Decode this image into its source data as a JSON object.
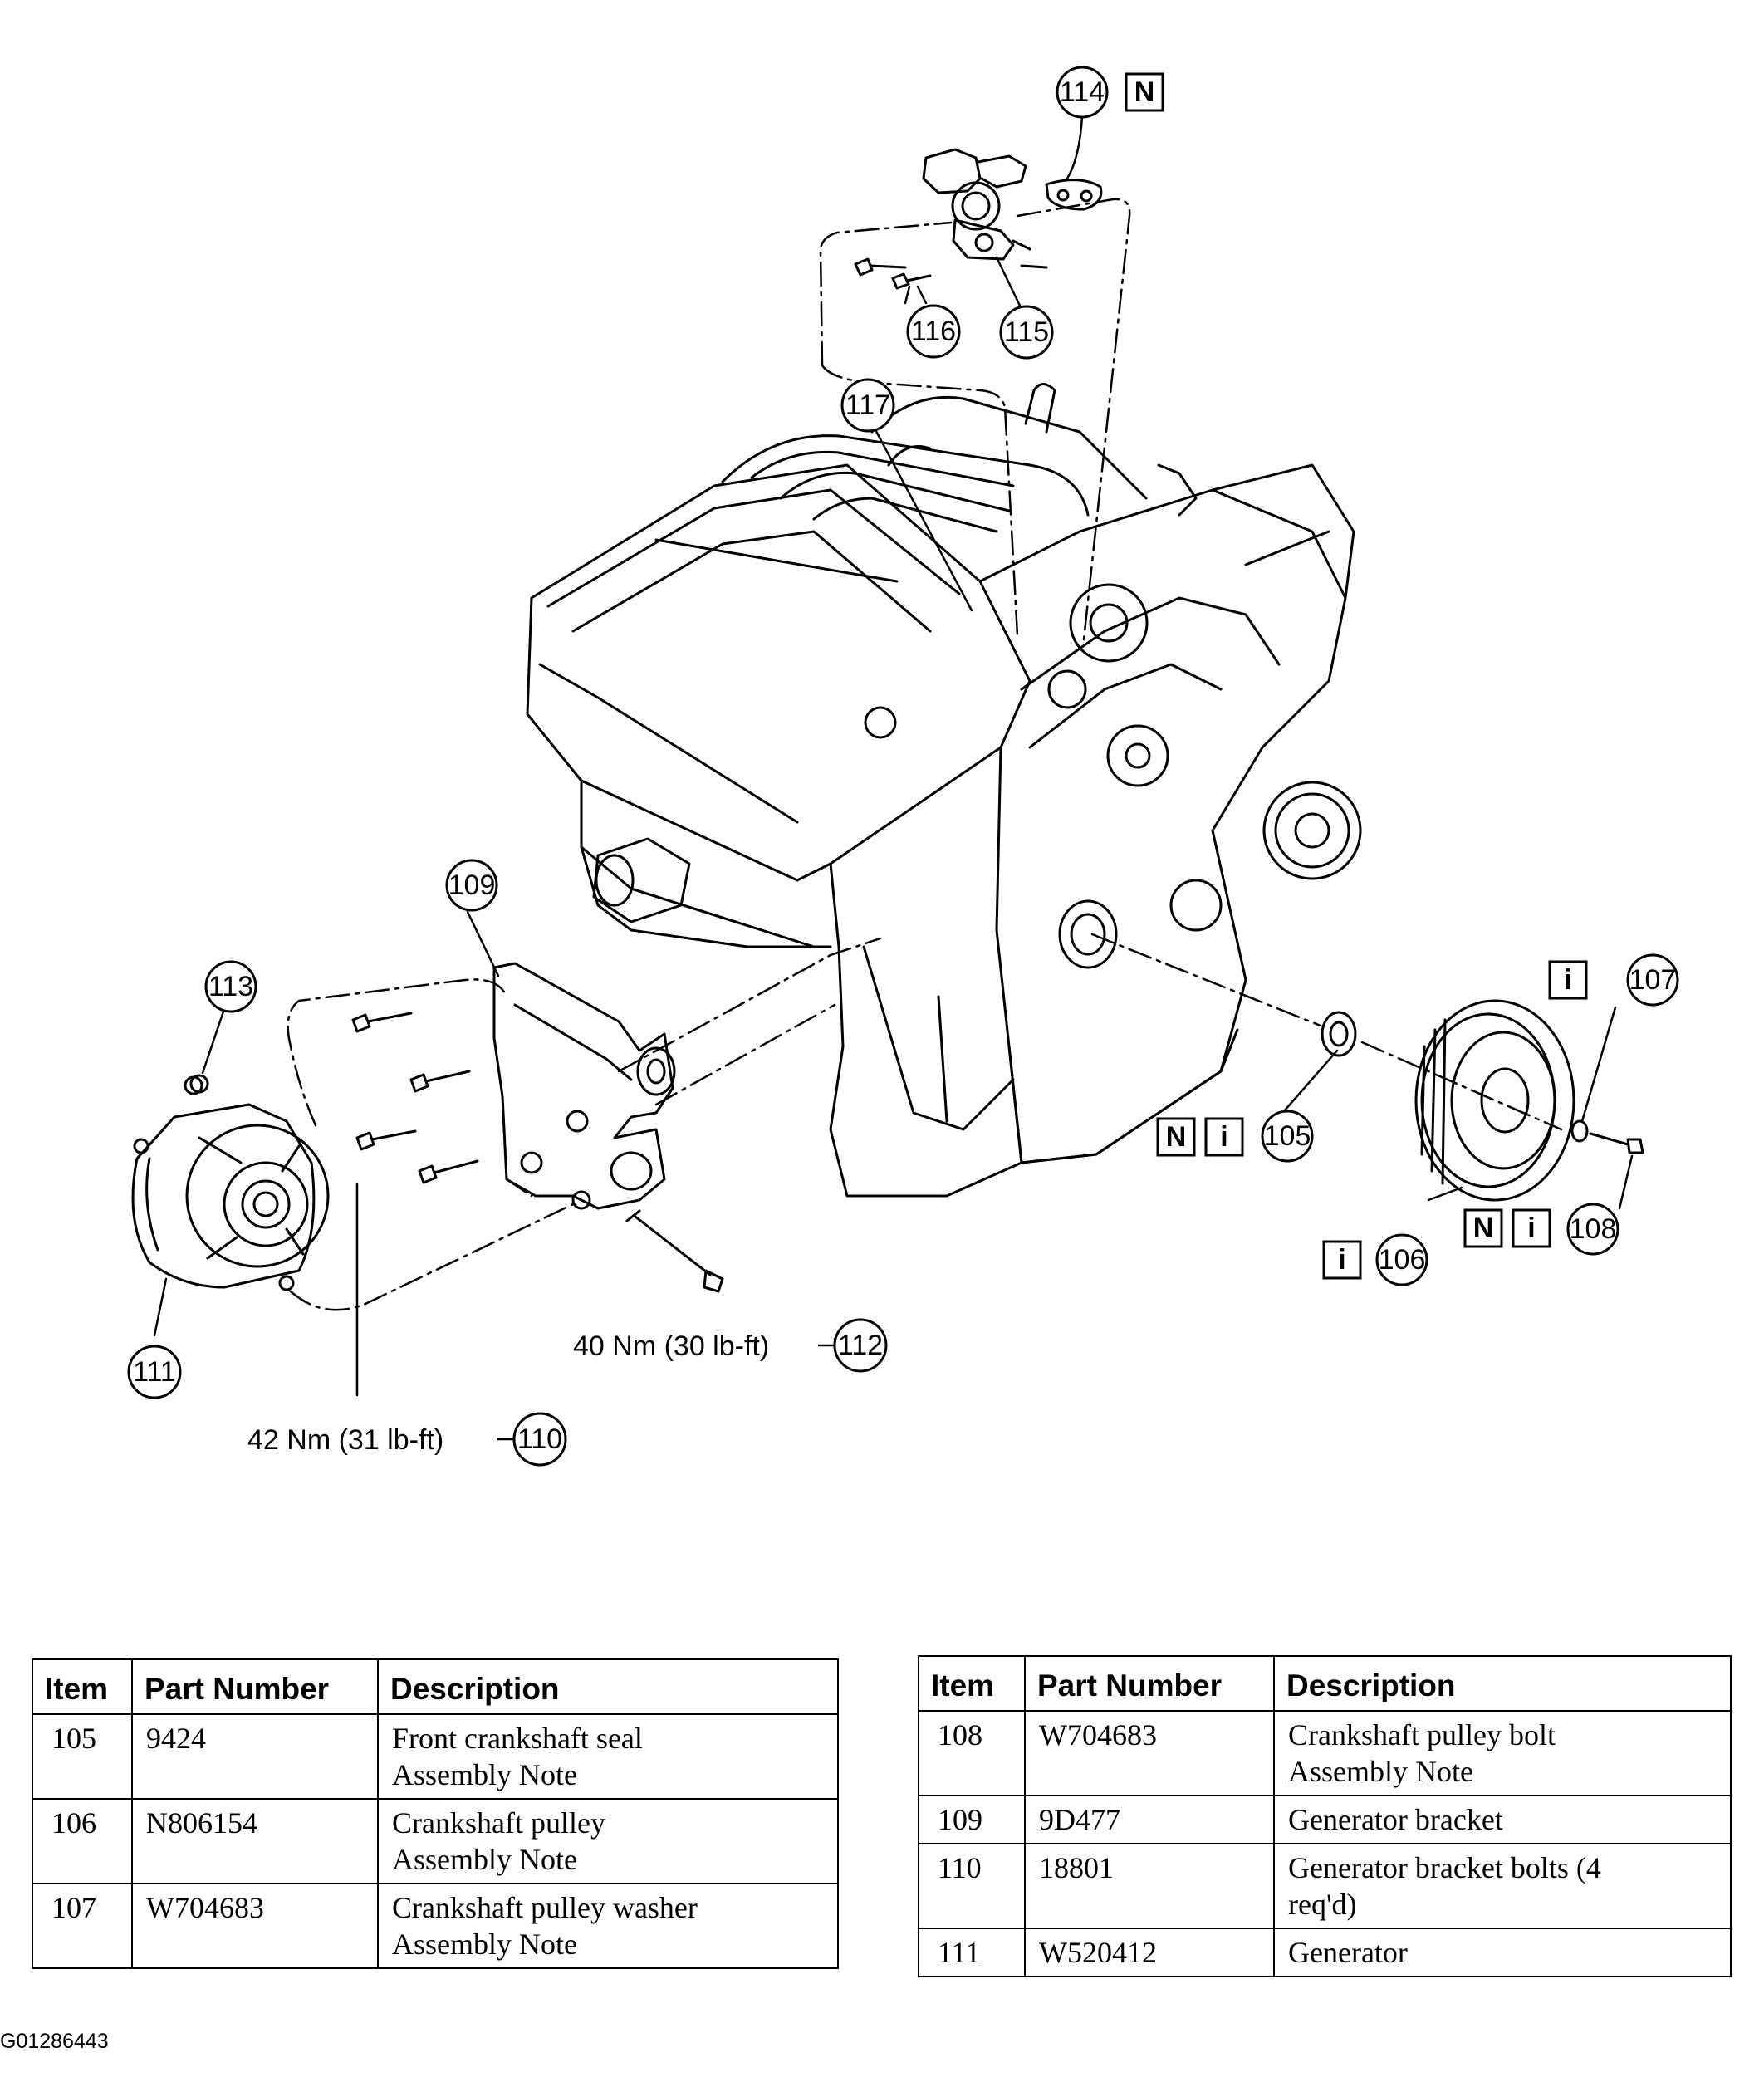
{
  "callouts": {
    "c105": "105",
    "c106": "106",
    "c107": "107",
    "c108": "108",
    "c109": "109",
    "c110": "110",
    "c111": "111",
    "c112": "112",
    "c113": "113",
    "c114": "114",
    "c115": "115",
    "c116": "116",
    "c117": "117"
  },
  "flags": {
    "new": "N",
    "info": "i"
  },
  "torque": {
    "t112": "40 Nm (30 lb-ft)",
    "t110": "42 Nm (31 lb-ft)"
  },
  "table_headers": {
    "item": "Item",
    "part_number": "Part Number",
    "description": "Description"
  },
  "left_table": [
    {
      "item": "105",
      "part": "9424",
      "desc1": "Front crankshaft seal",
      "desc2": "Assembly Note"
    },
    {
      "item": "106",
      "part": "N806154",
      "desc1": "Crankshaft pulley",
      "desc2": "Assembly Note"
    },
    {
      "item": "107",
      "part": "W704683",
      "desc1": "Crankshaft pulley washer",
      "desc2": "Assembly Note"
    }
  ],
  "right_table": [
    {
      "item": "108",
      "part": "W704683",
      "desc1": "Crankshaft pulley bolt",
      "desc2": "Assembly Note"
    },
    {
      "item": "109",
      "part": "9D477",
      "desc1": "Generator bracket",
      "desc2": ""
    },
    {
      "item": "110",
      "part": "18801",
      "desc1": "Generator bracket bolts (4",
      "desc2": "req'd)"
    },
    {
      "item": "111",
      "part": "W520412",
      "desc1": "Generator",
      "desc2": ""
    }
  ],
  "figure_id": "G01286443"
}
